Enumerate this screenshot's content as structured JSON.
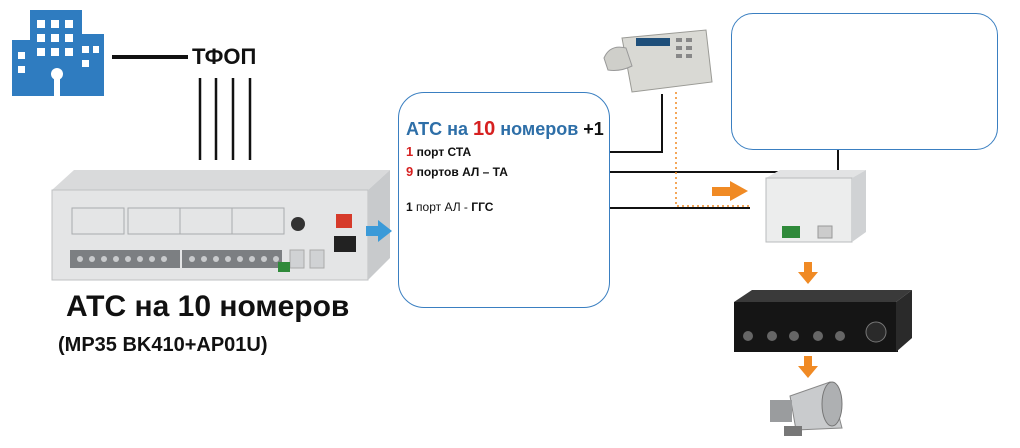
{
  "tfop_label": "ТФОП",
  "atc": {
    "title": "АТС на 10 номеров",
    "model": "(MP35 BK410+AP01U)"
  },
  "panel": {
    "title_prefix": "АТС на",
    "title_number": "10",
    "title_suffix": "номеров",
    "title_plus": "+1",
    "ports": [
      {
        "count": "1",
        "label": "порт СТА"
      },
      {
        "count": "9",
        "label": "портов АЛ – ТА"
      },
      {
        "count": "1",
        "label": "порт АЛ -",
        "extra": "ГГС"
      }
    ]
  },
  "colors": {
    "building": "#2f7cc0",
    "panel_border": "#3a7fc1",
    "accent_red": "#d62020",
    "arrow_orange": "#f08a24",
    "arrow_blue": "#3b9ad8"
  },
  "icons": [
    "building-icon",
    "atc-device-image",
    "system-phone-image",
    "phone-icon",
    "relay-box-image",
    "amplifier-image",
    "horn-speaker-image"
  ]
}
